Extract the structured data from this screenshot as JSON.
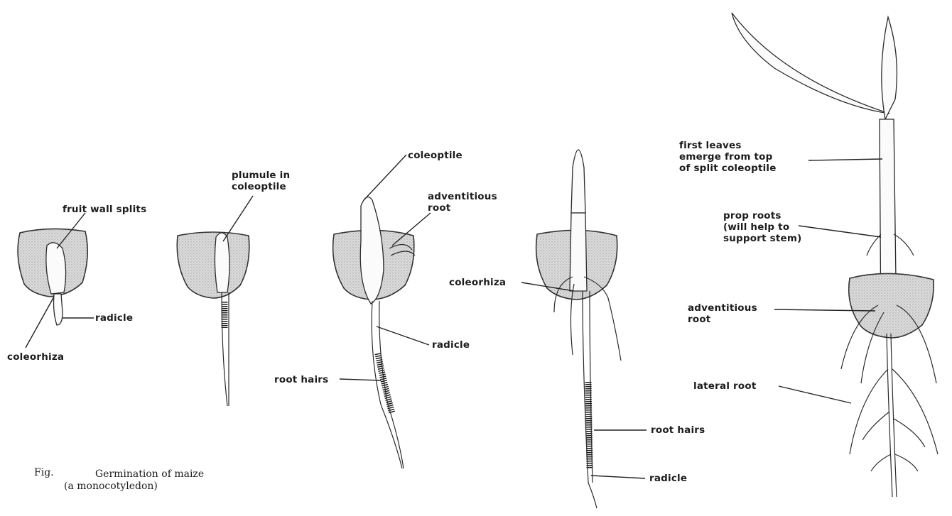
{
  "figure": {
    "caption_fig": "Fig.",
    "caption_title": "Germination of maize",
    "caption_subtitle": "(a monocotyledon)"
  },
  "stage1": {
    "fruit_wall_label": "fruit wall splits",
    "radicle_label": "radicle",
    "coleorhiza_label": "coleorhiza"
  },
  "stage2": {
    "plumule_label": "plumule in\ncoleoptile"
  },
  "stage3": {
    "coleoptile_label": "coleoptile",
    "adventitious_label": "adventitious\nroot",
    "radicle_label": "radicle",
    "root_hairs_label": "root hairs"
  },
  "stage4": {
    "coleorhiza_label": "coleorhiza",
    "root_hairs_label": "root hairs",
    "radicle_label": "radicle"
  },
  "stage5": {
    "first_leaves_label": "first leaves\nemerge from top\nof split coleoptile",
    "prop_roots_label": "prop roots\n(will help to\nsupport stem)",
    "adventitious_label": "adventitious\nroot",
    "lateral_root_label": "lateral root"
  }
}
